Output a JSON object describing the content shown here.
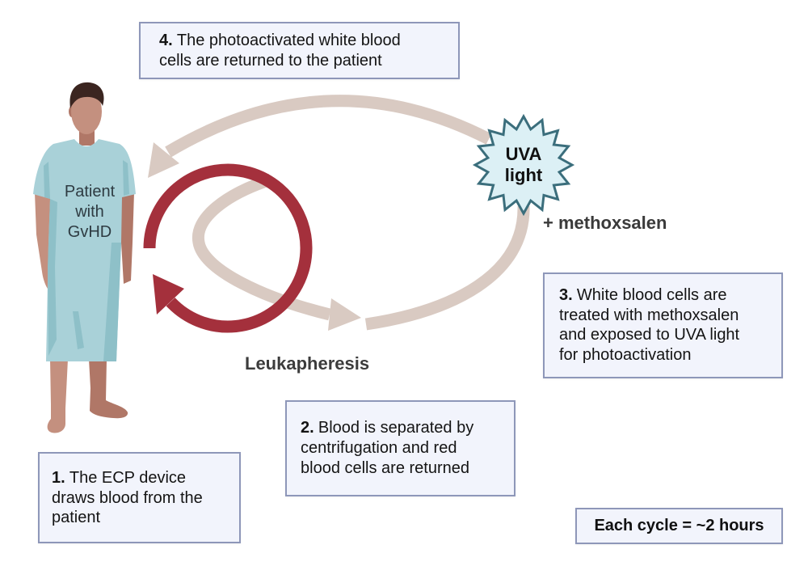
{
  "diagram": {
    "patient_label_lines": [
      "Patient",
      "with",
      "GvHD"
    ],
    "uva_label_lines": [
      "UVA",
      "light"
    ],
    "methoxsalen_label": "+ methoxsalen",
    "leukapheresis_label": "Leukapheresis",
    "cycle_note": "Each cycle = ~2 hours",
    "steps": [
      {
        "number": "1.",
        "lines": [
          "The ECP device",
          "draws blood from the",
          "patient"
        ]
      },
      {
        "number": "2.",
        "lines": [
          "Blood is separated by",
          "centrifugation and red",
          "blood cells are returned"
        ]
      },
      {
        "number": "3.",
        "lines": [
          "White blood cells are",
          "treated with methoxsalen",
          "and exposed to UVA light",
          "for photoactivation"
        ]
      },
      {
        "number": "4.",
        "lines": [
          "The photoactivated white blood",
          "cells are returned to the patient"
        ]
      }
    ]
  },
  "colors": {
    "flow_arrow": "#d9cac2",
    "leukapheresis_cycle": "#a4303c",
    "uva_fill": "#dcf0f5",
    "uva_stroke": "#3b6e7c",
    "gown": "#a9d1d8",
    "gown_shadow": "#8ec0c8",
    "skin": "#c4907f",
    "skin_shadow": "#b07767",
    "hair": "#3b2520",
    "box_fill": "#f2f4fc",
    "box_border": "#8e97b9"
  }
}
